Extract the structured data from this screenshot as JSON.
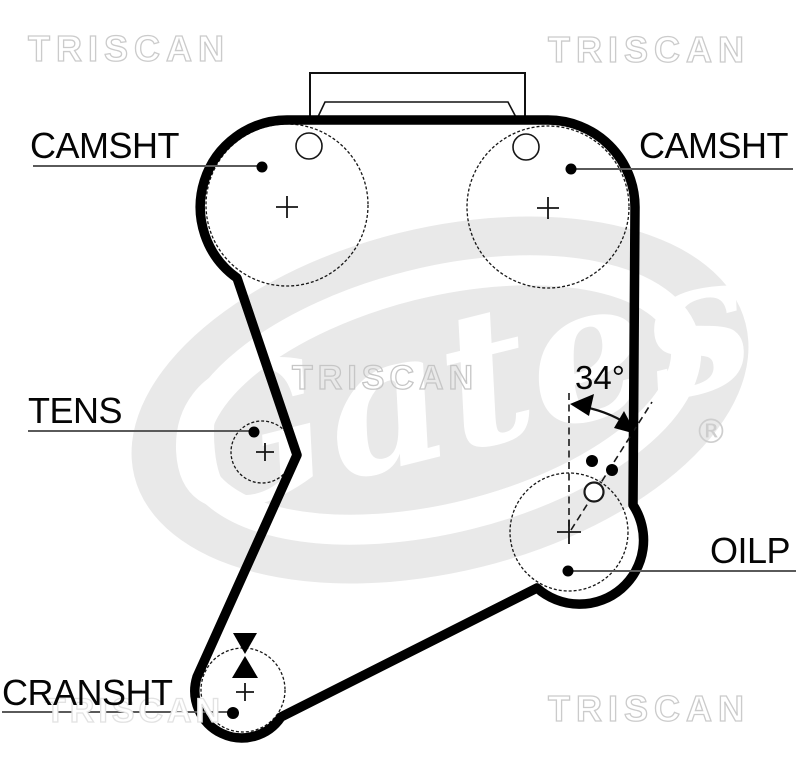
{
  "diagram": {
    "type": "timing-belt-routing-diagram",
    "labels": {
      "camshaft_left": "CAMSHT",
      "camshaft_right": "CAMSHT",
      "tensioner": "TENS",
      "oil_pump": "OILP",
      "crankshaft": "CRANSHT"
    },
    "annotation": {
      "angle": "34°"
    },
    "watermarks": {
      "brand": "TRISCAN",
      "logo": "Gates",
      "registered": "®"
    },
    "colors": {
      "background": "#ffffff",
      "line_art": "#000000",
      "leader_line": "#5a5a5a",
      "watermark_outline": "#cbcbcb",
      "logo_blob": "#e9e9e9"
    }
  }
}
